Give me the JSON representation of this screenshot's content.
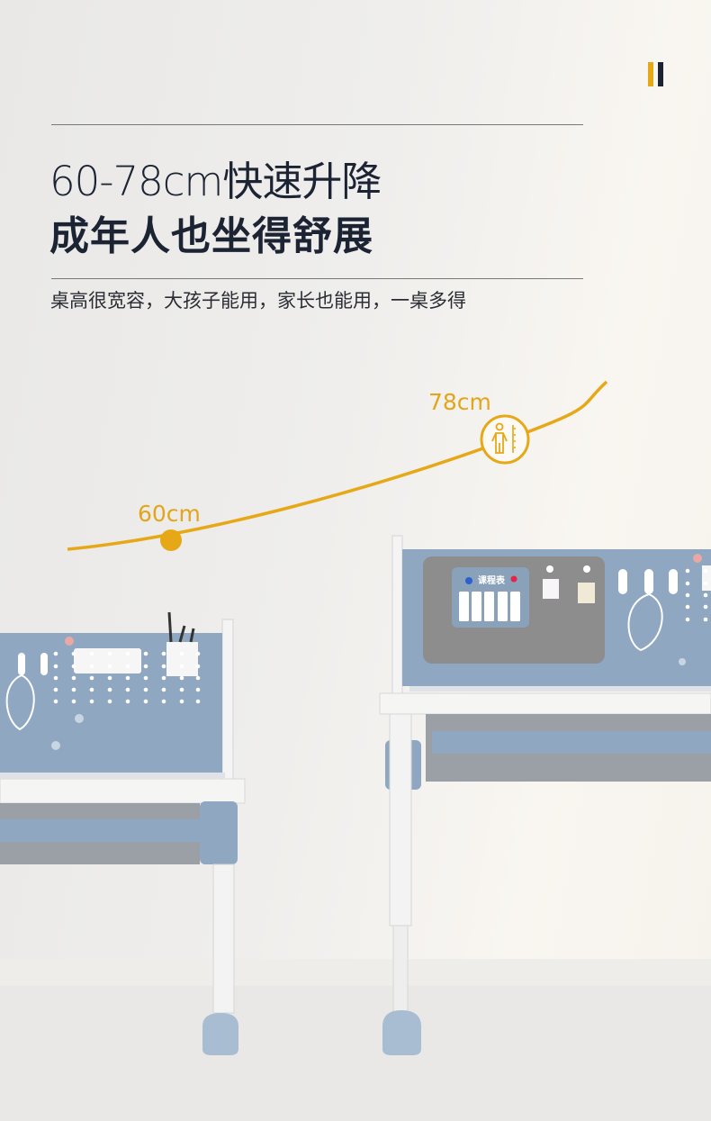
{
  "brand_marks": {
    "colors": [
      "#e6a817",
      "#1c2333"
    ]
  },
  "headline": {
    "line1": "60-78cm快速升降",
    "line2": "成年人也坐得舒展"
  },
  "subtitle": "桌高很宽容，大孩子能用，家长也能用，一桌多得",
  "height_curve": {
    "min_label": "60cm",
    "max_label": "78cm",
    "icon": "person-height-icon",
    "color": "#e6a817"
  },
  "desk_scene": {
    "schedule_board_title": "课程表",
    "panel_color": "#8fa7c0"
  }
}
